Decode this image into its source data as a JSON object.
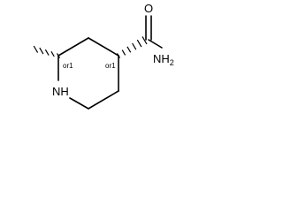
{
  "molecule": {
    "atoms": {
      "oxygen": "O",
      "nitrogen_amide": "NH",
      "nitrogen_amide_subscript": "2",
      "nitrogen_ring": "N",
      "nitrogen_ring_h": "H"
    },
    "stereo_labels": {
      "c2": "or1",
      "c4": "or1"
    },
    "colors": {
      "bond": "#000000",
      "text": "#000000",
      "background": "#ffffff"
    }
  }
}
